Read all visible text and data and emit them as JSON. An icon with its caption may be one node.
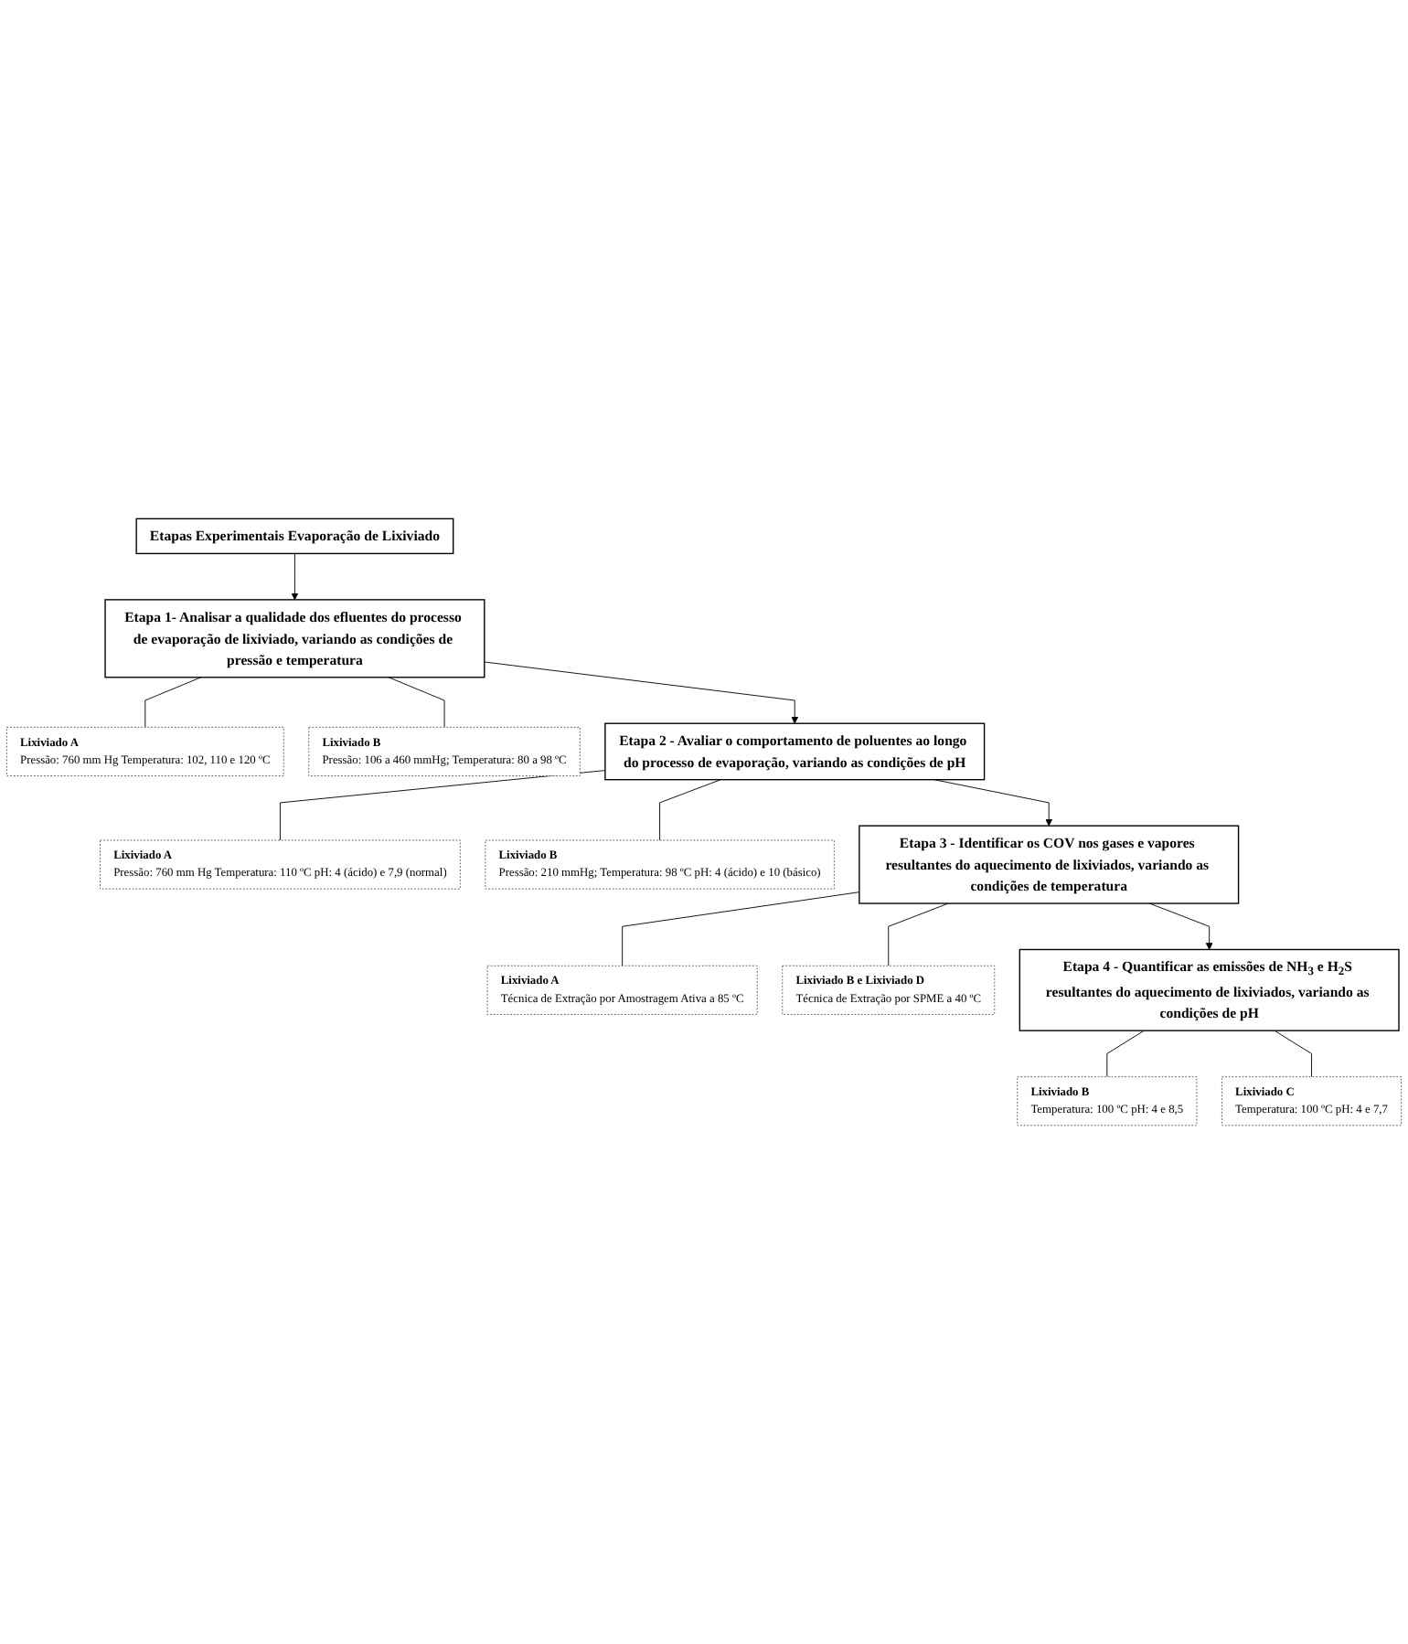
{
  "diagram": {
    "nodes": [
      {
        "text": [
          "Etapas Experimentais Evaporação de Lixiviado"
        ]
      },
      {
        "text": [
          "Etapa 1- Analisar a qualidade dos efluentes do processo de evaporação de lixiviado, variando as condições de pressão e temperatura"
        ]
      },
      {
        "text": [
          "Lixiviado A",
          "Pressão: 760 mm Hg Temperatura: 102, 110 e 120 ºC"
        ]
      },
      {
        "text": [
          "Lixiviado B",
          "Pressão: 106 a 460 mmHg; Temperatura: 80 a 98 ºC"
        ]
      },
      {
        "text": [
          "Etapa 2 - Avaliar o comportamento de poluentes ao longo do processo de evaporação, variando as condições de pH"
        ]
      },
      {
        "text": [
          "Lixiviado A",
          "Pressão: 760 mm Hg Temperatura: 110 ºC pH: 4 (ácido) e 7,9 (normal)"
        ]
      },
      {
        "text": [
          "Lixiviado B",
          "Pressão: 210 mmHg; Temperatura: 98 ºC pH: 4 (ácido) e 10 (básico)"
        ]
      },
      {
        "text": [
          "Etapa 3 - Identificar os COV nos gases e vapores resultantes do aquecimento de lixiviados, variando as condições de temperatura"
        ]
      },
      {
        "text": [
          "Lixiviado A",
          "Técnica de Extração por Amostragem Ativa a 85 ºC"
        ]
      },
      {
        "text": [
          "Lixiviado B e Lixiviado D",
          "Técnica de Extração por SPME a 40 ºC"
        ]
      },
      {
        "text": [
          "Etapa 4 - Quantificar as emissões de NH$_{3}$ e H$_{2}$S resultantes do aquecimento de lixiviados, variando as condições de pH"
        ]
      },
      {
        "text": [
          "Lixiviado B",
          "Temperatura: 100 ºC pH: 4 e 8,5"
        ]
      },
      {
        "text": [
          "Lixiviado C",
          "Temperatura: 100 ºC pH: 4 e 7,7"
        ]
      }
    ],
    "edges": [
      {
        "from": 0,
        "to": 1,
        "arrow": "to"
      },
      {
        "from": 1,
        "to": 2,
        "arrow": "none"
      },
      {
        "from": 1,
        "to": 3,
        "arrow": "none"
      },
      {
        "from": 1,
        "to": 4,
        "arrow": "to"
      },
      {
        "from": 4,
        "to": 5,
        "arrow": "none"
      },
      {
        "from": 4,
        "to": 6,
        "arrow": "none"
      },
      {
        "from": 4,
        "to": 7,
        "arrow": "to"
      },
      {
        "from": 7,
        "to": 8,
        "arrow": "none"
      },
      {
        "from": 7,
        "to": 9,
        "arrow": "none"
      },
      {
        "from": 7,
        "to": 10,
        "arrow": "to"
      },
      {
        "from": 10,
        "to": 11,
        "arrow": "none"
      },
      {
        "from": 10,
        "to": 12,
        "arrow": "none"
      }
    ]
  }
}
